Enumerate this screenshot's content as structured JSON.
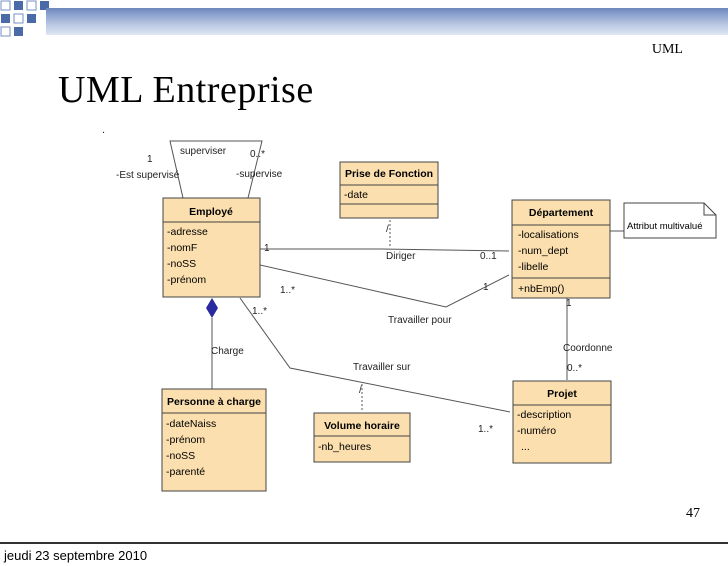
{
  "header": {
    "label": "UML"
  },
  "title": "UML Entreprise",
  "footer": {
    "date": "jeudi 23 septembre 2010",
    "page": "47"
  },
  "classes": {
    "employe": {
      "name": "Employé",
      "attrs": [
        "-adresse",
        "-nomF",
        "-noSS",
        "-prénom"
      ]
    },
    "prise": {
      "name": "Prise de Fonction",
      "attrs": [
        "-date"
      ]
    },
    "departement": {
      "name": "Département",
      "attrs": [
        "-localisations",
        "-num_dept",
        "-libelle"
      ],
      "ops": [
        "+nbEmp()"
      ]
    },
    "personne": {
      "name": "Personne à charge",
      "attrs": [
        "-dateNaiss",
        "-prénom",
        "-noSS",
        "-parenté"
      ]
    },
    "volume": {
      "name": "Volume horaire",
      "attrs": [
        "-nb_heures"
      ]
    },
    "projet": {
      "name": "Projet",
      "attrs": [
        "-description",
        "-numéro",
        "..."
      ]
    }
  },
  "note": "Attribut multivalué",
  "labels": {
    "superviser": "superviser",
    "est_supervise": "-Est supervisé",
    "supervise": "-supervise",
    "mult_1_top": "1",
    "mult_0n_top": "0..*",
    "diriger": "Diriger",
    "dir_1": "1",
    "dir_01": "0..1",
    "tp_1n": "1..*",
    "tp_1": "1",
    "travailler_pour": "Travailler pour",
    "ts_1n": "1..*",
    "ts_1n_proj": "1..*",
    "travailler_sur": "Travailler sur",
    "charge": "Charge",
    "coordonne": "Coordonne",
    "coord_1": "1",
    "coord_0n": "0..*",
    "dot": ".",
    "slash1": "/",
    "slash2": "/"
  }
}
